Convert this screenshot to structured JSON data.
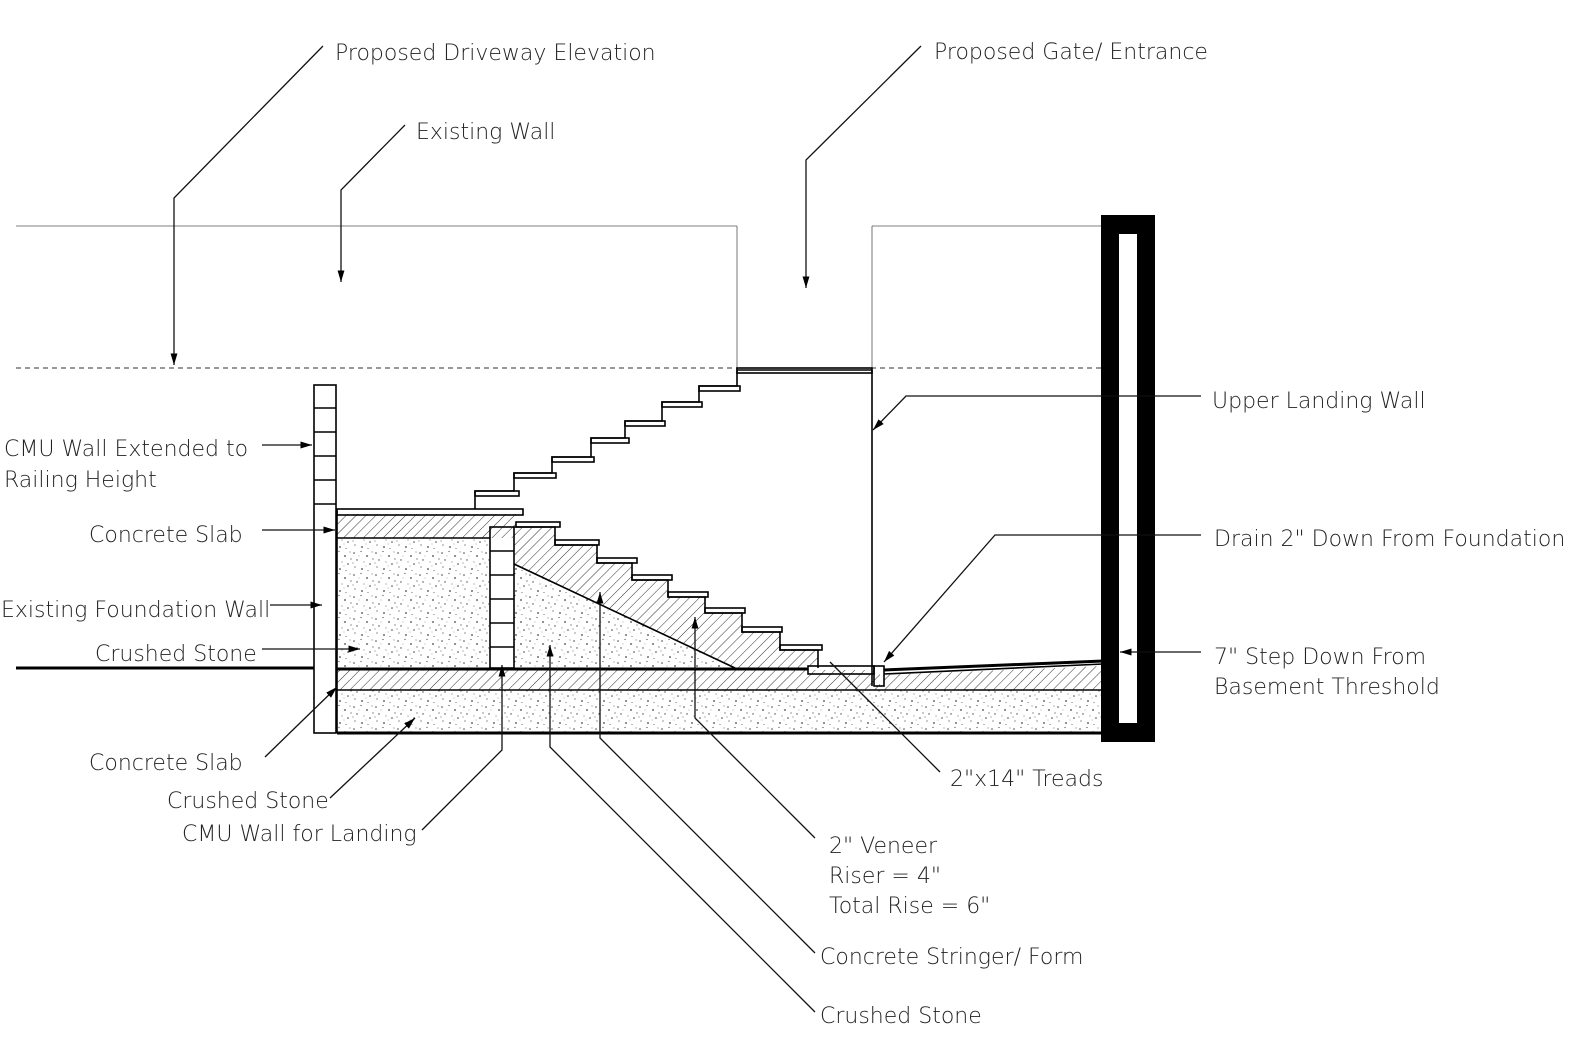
{
  "labels": {
    "driveway_elevation": "Proposed Driveway Elevation",
    "gate_entrance": "Proposed Gate/ Entrance",
    "existing_wall": "Existing Wall",
    "upper_landing_wall": "Upper Landing Wall",
    "cmu_wall_extended_l1": "CMU Wall Extended to",
    "cmu_wall_extended_l2": "Railing Height",
    "concrete_slab_upper": "Concrete Slab",
    "existing_foundation_wall": "Existing Foundation Wall",
    "crushed_stone_upper": "Crushed Stone",
    "drain": "Drain 2\" Down From Foundation",
    "step_down_l1": "7\" Step Down From",
    "step_down_l2": "Basement Threshold",
    "concrete_slab_lower": "Concrete Slab",
    "crushed_stone_lower": "Crushed Stone",
    "cmu_wall_landing": "CMU Wall for Landing",
    "treads": "2\"x14\" Treads",
    "veneer_l1": "2\" Veneer",
    "veneer_l2": "Riser = 4\"",
    "veneer_l3": "Total Rise = 6\"",
    "stringer_form": "Concrete Stringer/ Form",
    "crushed_stone_bottom": "Crushed Stone"
  },
  "colors": {
    "line": "#000000",
    "text": "#222222",
    "hatch": "#333333",
    "stipple": "#444444"
  }
}
